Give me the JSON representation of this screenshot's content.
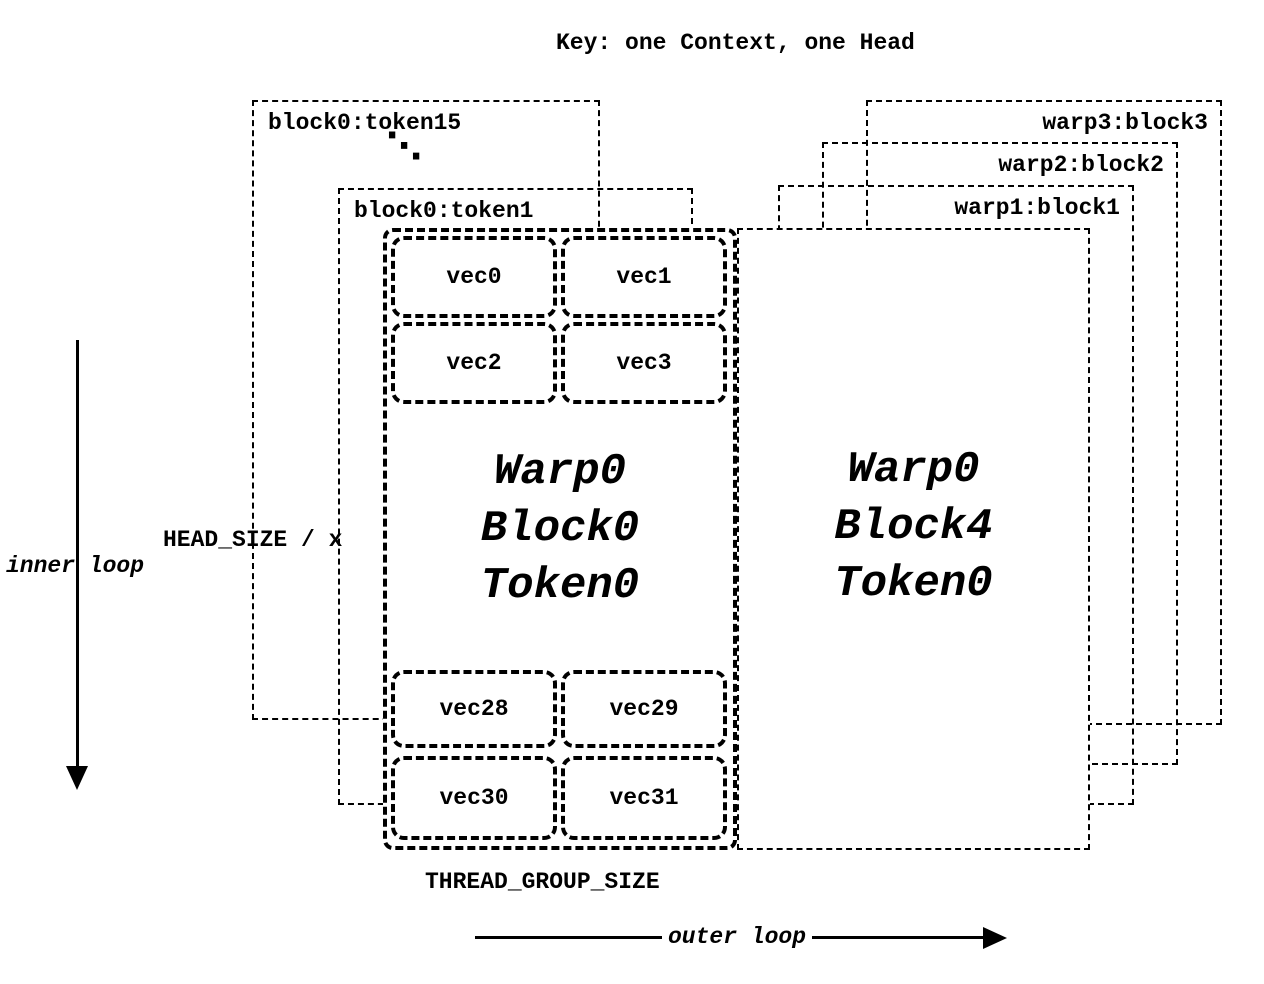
{
  "title": "Key: one Context, one Head",
  "left_stack": {
    "token15_label": "block0:token15",
    "ellipsis": "⋱",
    "token1_label": "block0:token1"
  },
  "right_stack": {
    "warp3_label": "warp3:block3",
    "warp2_label": "warp2:block2",
    "warp1_label": "warp1:block1"
  },
  "main_block": {
    "vec_top": [
      "vec0",
      "vec1",
      "vec2",
      "vec3"
    ],
    "label_lines": [
      "Warp0",
      "Block0",
      "Token0"
    ],
    "vec_bottom": [
      "vec28",
      "vec29",
      "vec30",
      "vec31"
    ]
  },
  "right_block": {
    "label_lines": [
      "Warp0",
      "Block4",
      "Token0"
    ]
  },
  "annotations": {
    "head_size": "HEAD_SIZE / x",
    "inner_loop": "inner loop",
    "thread_group_size": "THREAD_GROUP_SIZE",
    "outer_loop": "outer loop"
  }
}
